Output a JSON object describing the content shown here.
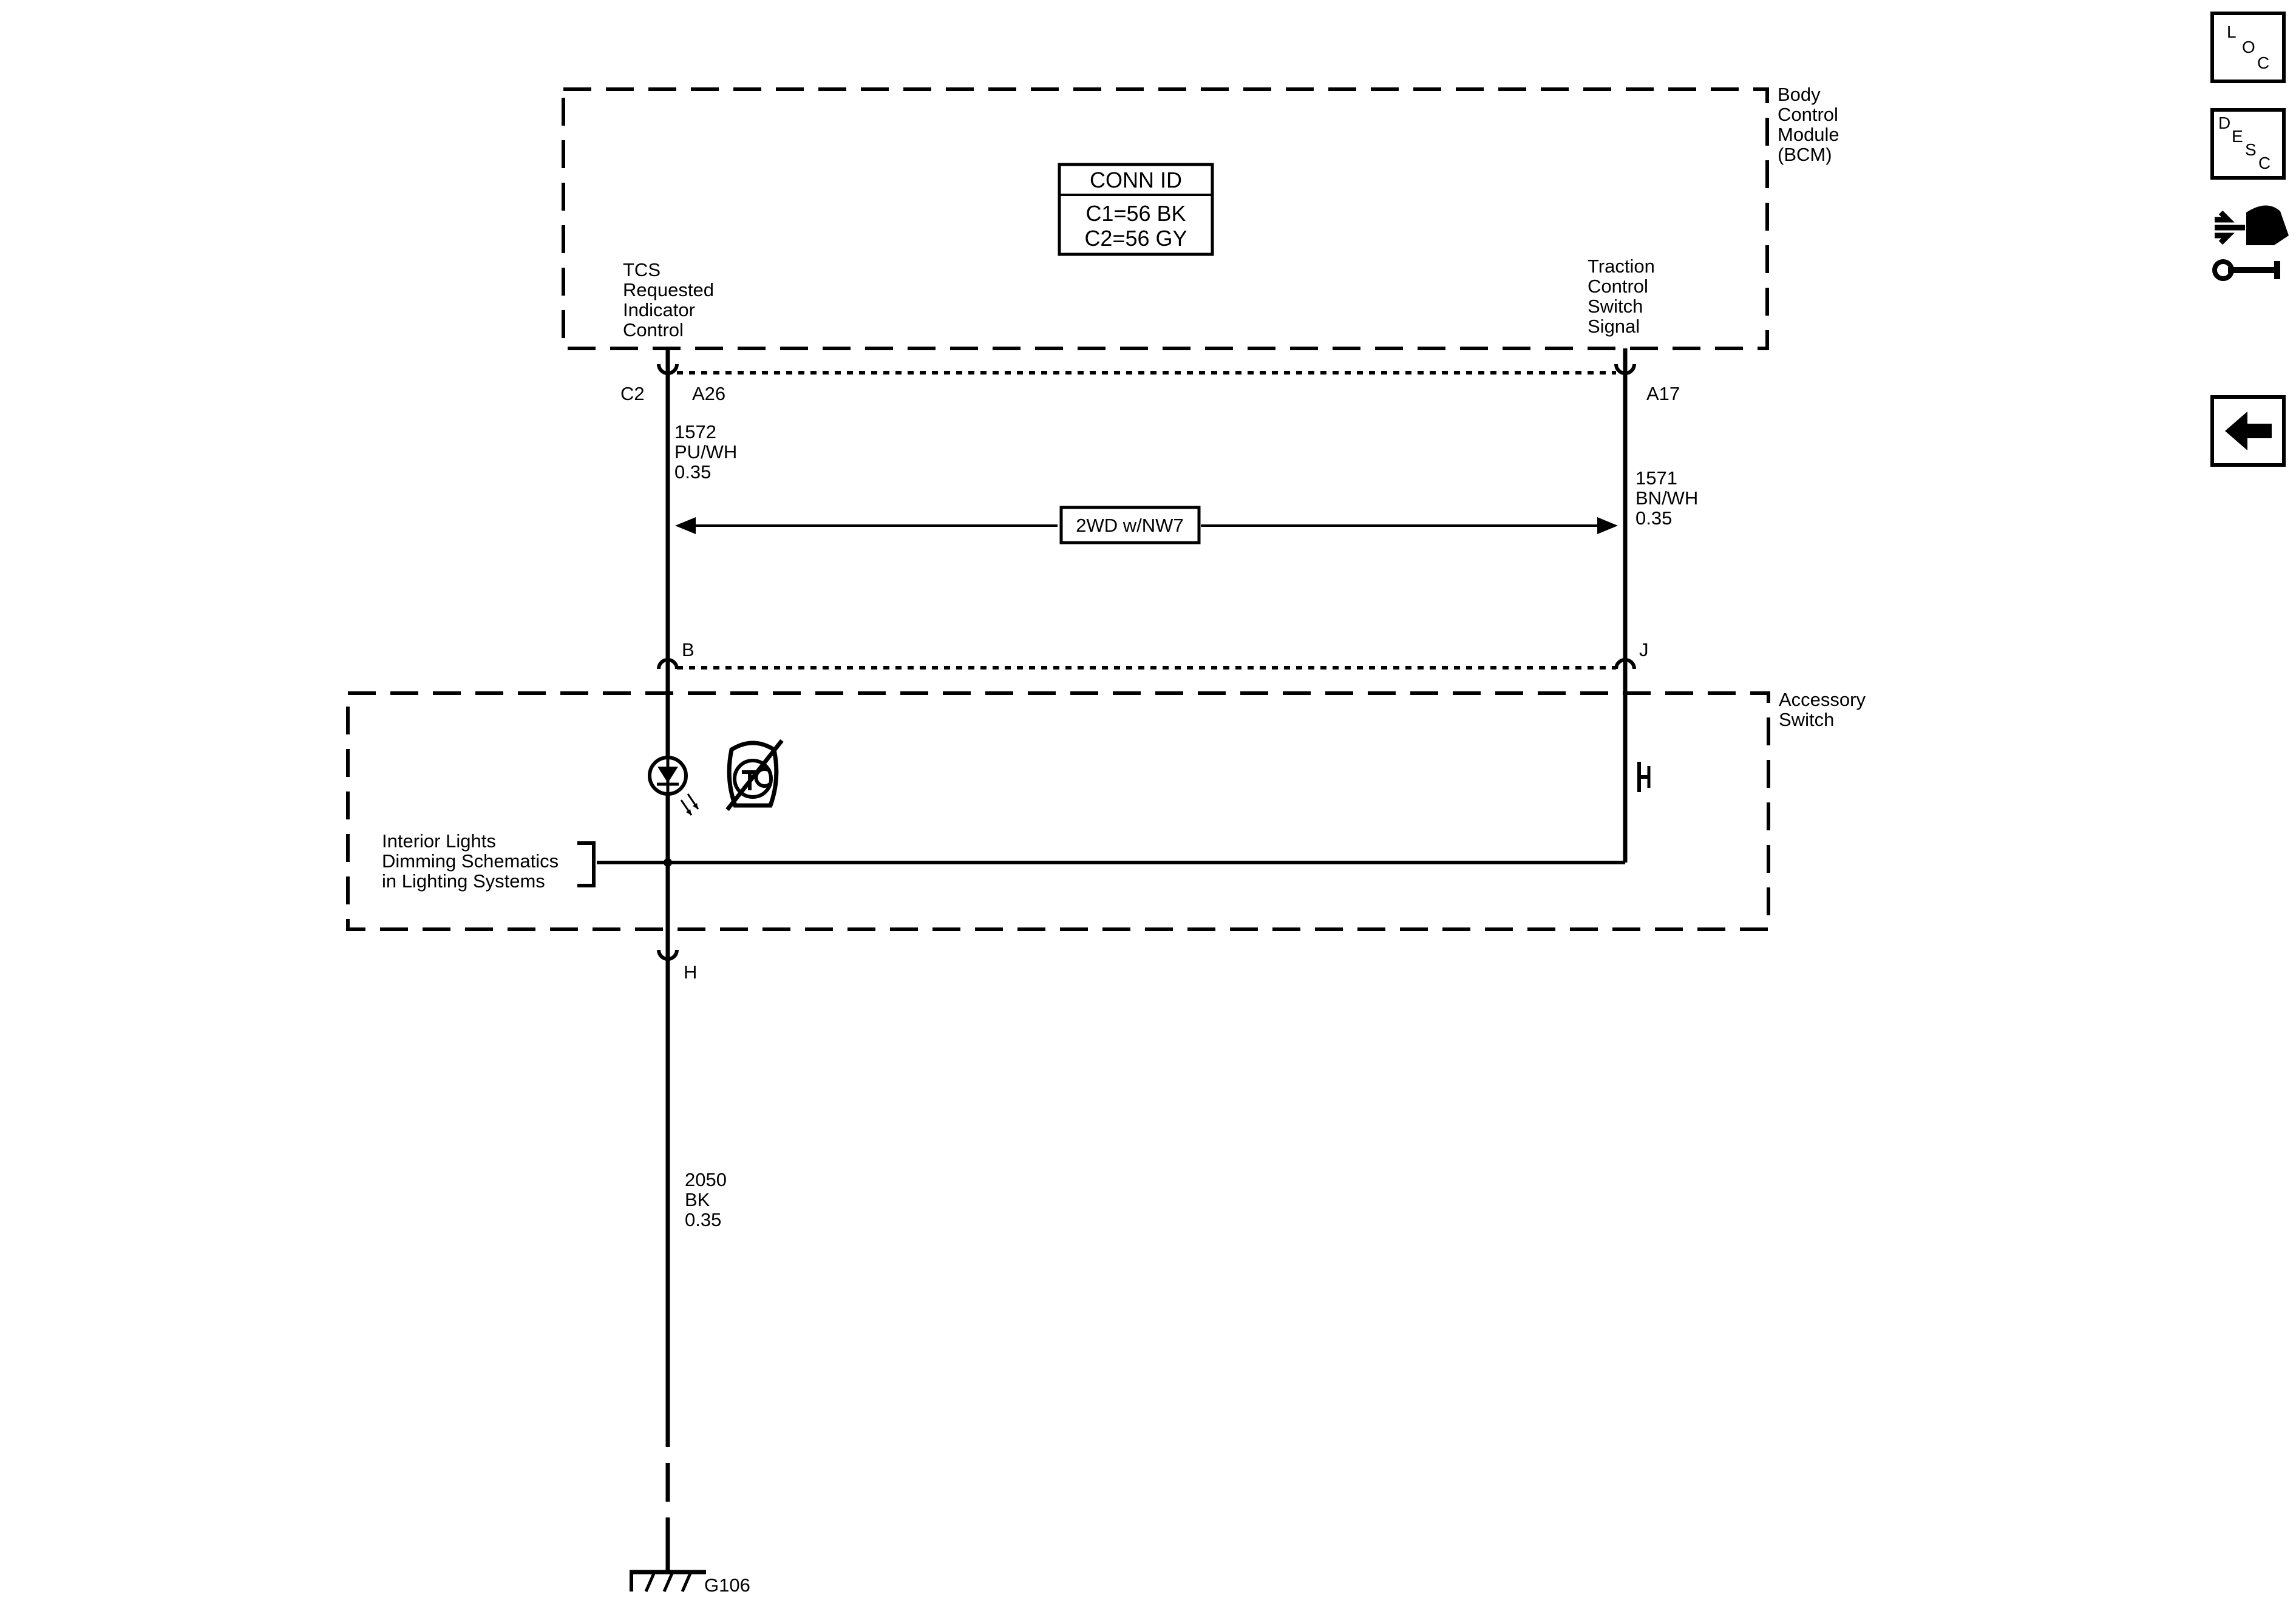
{
  "modules": {
    "bcm": {
      "name_lines": [
        "Body",
        "Control",
        "Module",
        "(BCM)"
      ]
    },
    "accessory_switch": {
      "name_lines": [
        "Accessory",
        "Switch"
      ]
    }
  },
  "conn_id": {
    "title": "CONN ID",
    "lines": [
      "C1=56 BK",
      "C2=56 GY"
    ]
  },
  "pins": {
    "tcs_label_lines": [
      "TCS",
      "Requested",
      "Indicator",
      "Control"
    ],
    "traction_label_lines": [
      "Traction",
      "Control",
      "Switch",
      "Signal"
    ],
    "connector": "C2",
    "a26": "A26",
    "a17": "A17",
    "b": "B",
    "j": "J",
    "h": "H"
  },
  "wires": {
    "w1572": [
      "1572",
      "PU/WH",
      "0.35"
    ],
    "w1571": [
      "1571",
      "BN/WH",
      "0.35"
    ],
    "w2050": [
      "2050",
      "BK",
      "0.35"
    ]
  },
  "option_box": "2WD w/NW7",
  "reference_lines": [
    "Interior Lights",
    "Dimming Schematics",
    "in Lighting Systems"
  ],
  "ground": "G106",
  "nav": {
    "loc": [
      "L",
      "O",
      "C"
    ],
    "desc": [
      "D",
      "E",
      "S",
      "C"
    ],
    "icons": [
      "connector-tool-icon",
      "back-arrow-icon"
    ]
  }
}
